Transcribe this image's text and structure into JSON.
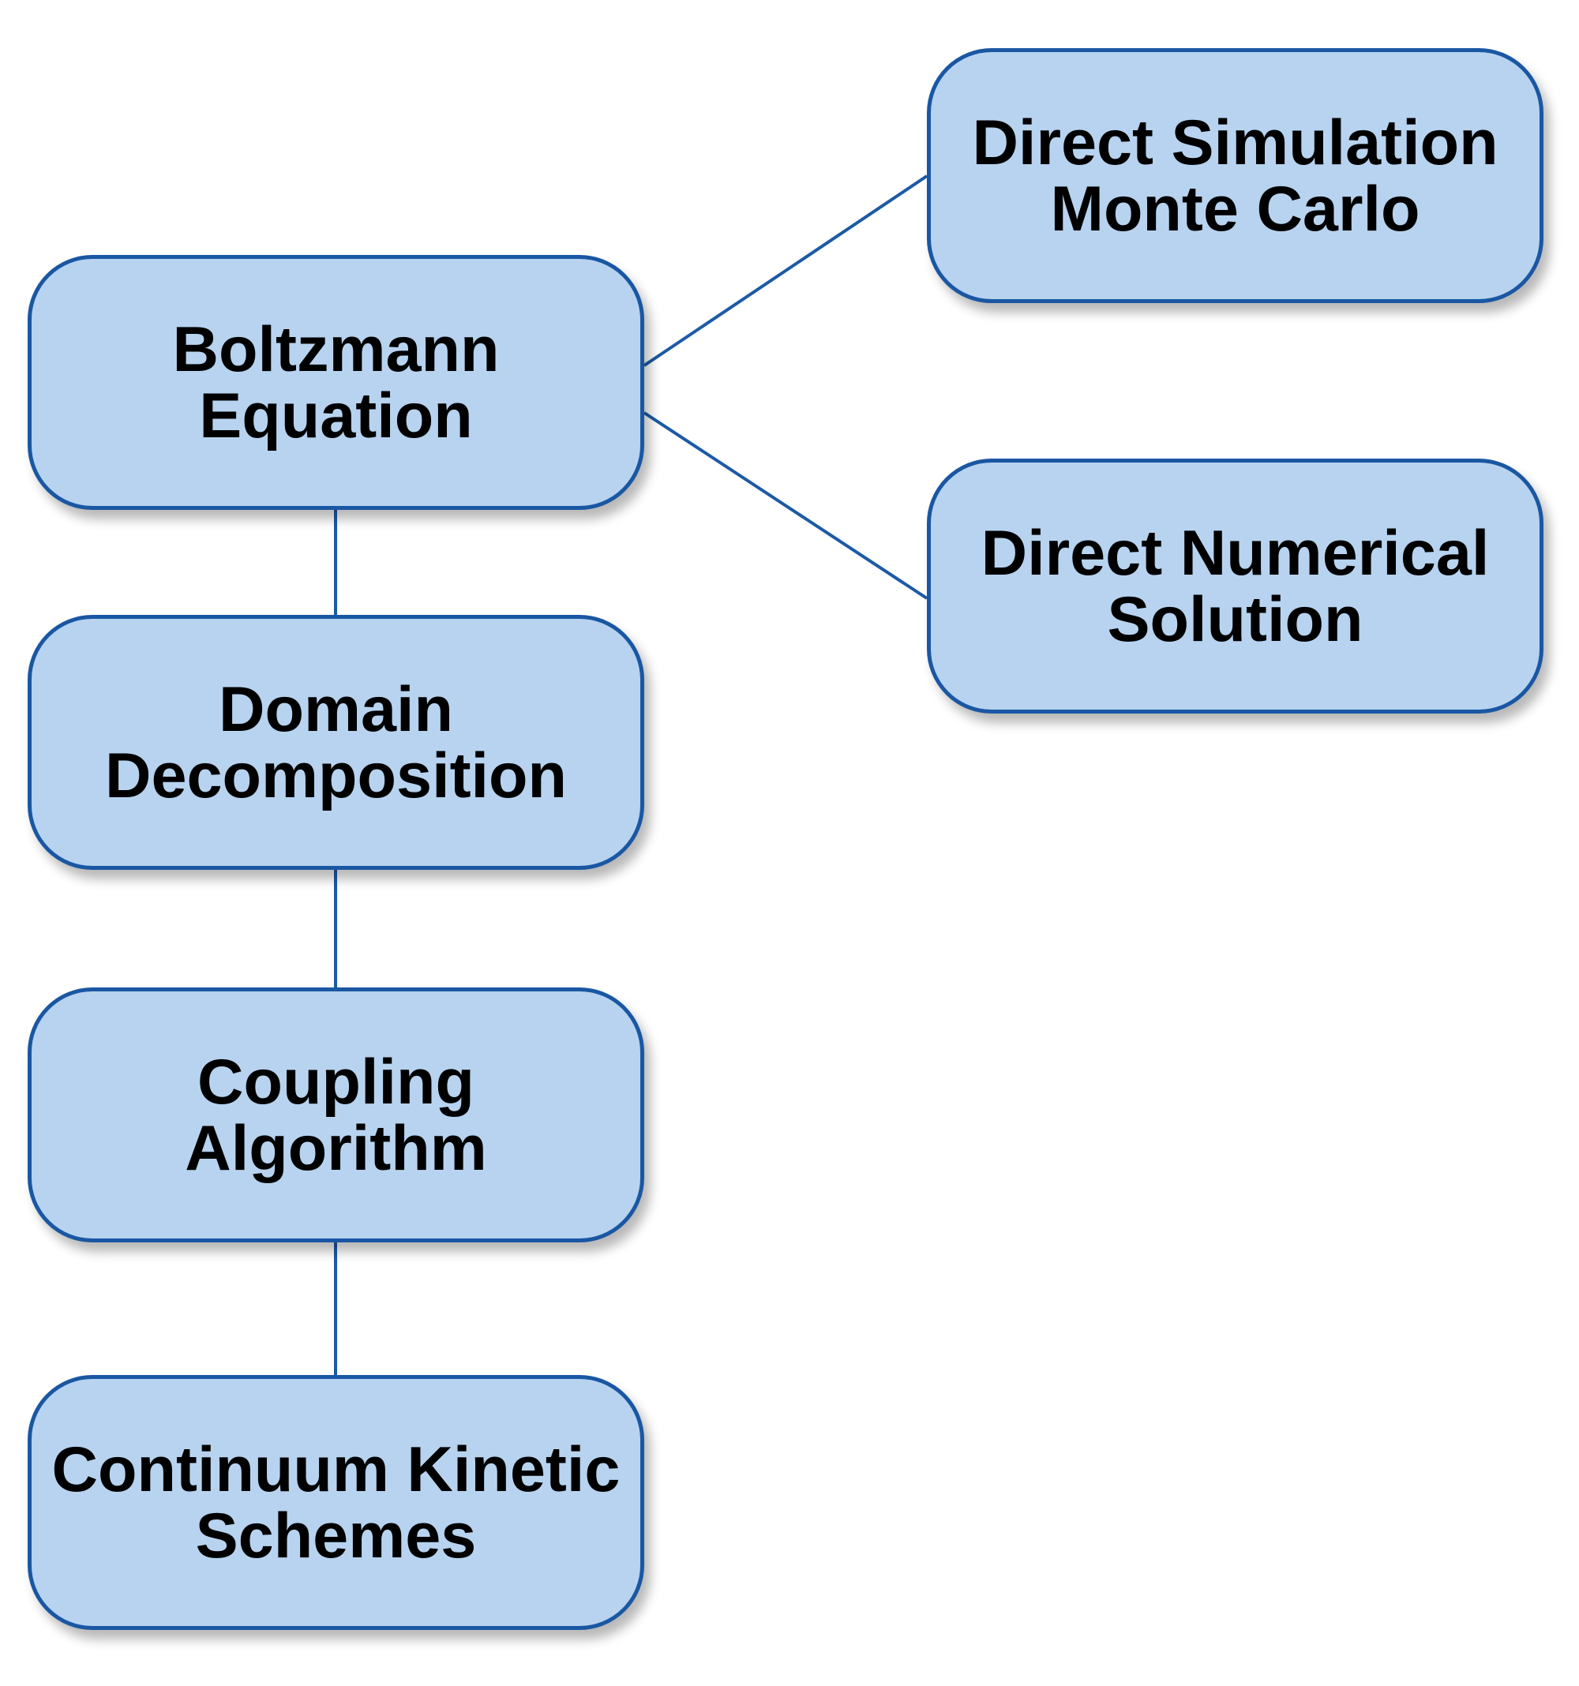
{
  "nodes": {
    "boltzmann": {
      "line1": "Boltzmann",
      "line2": "Equation"
    },
    "domain": {
      "line1": "Domain",
      "line2": "Decomposition"
    },
    "coupling": {
      "line1": "Coupling",
      "line2": "Algorithm"
    },
    "continuum": {
      "line1": "Continuum Kinetic",
      "line2": "Schemes"
    },
    "dsmc": {
      "line1": "Direct Simulation",
      "line2": "Monte Carlo"
    },
    "dns": {
      "line1": "Direct Numerical",
      "line2": "Solution"
    }
  },
  "colors": {
    "box_fill": "#b7d3ef",
    "box_border": "#1a57a3",
    "connector": "#1c5aa6",
    "text": "#000000"
  }
}
